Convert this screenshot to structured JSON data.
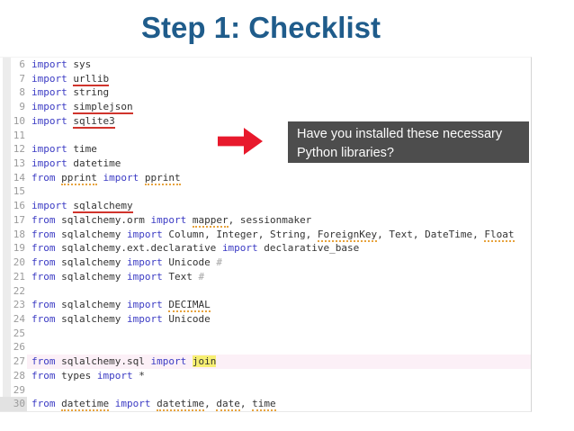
{
  "slide": {
    "title": "Step 1: Checklist"
  },
  "callout": {
    "text": "Have you installed these necessary Python libraries?",
    "bg_color": "#4d4d4d",
    "text_color": "#fbfbfb"
  },
  "arrow": {
    "icon": "red-right-arrow",
    "color": "#e8192c"
  },
  "colors": {
    "title": "#1f5c8b",
    "keyword": "#3b3bc4",
    "code_text": "#333333",
    "line_number": "#9b9b9b",
    "red_underline": "#d0342c",
    "orange_squiggle": "#e7a33d",
    "comment": "#a6a6a6",
    "line_highlight": "#fcf0f7",
    "token_highlight": "#f7ef72"
  },
  "editor": {
    "lines": [
      {
        "n": "6",
        "tokens": [
          {
            "t": "kw",
            "s": "import"
          },
          {
            "t": "txt",
            "s": " sys"
          }
        ]
      },
      {
        "n": "7",
        "tokens": [
          {
            "t": "kw",
            "s": "import"
          },
          {
            "t": "txt",
            "s": " "
          },
          {
            "t": "red",
            "s": "urllib"
          }
        ]
      },
      {
        "n": "8",
        "tokens": [
          {
            "t": "kw",
            "s": "import"
          },
          {
            "t": "txt",
            "s": " string"
          }
        ]
      },
      {
        "n": "9",
        "tokens": [
          {
            "t": "kw",
            "s": "import"
          },
          {
            "t": "txt",
            "s": " "
          },
          {
            "t": "red",
            "s": "simplejson"
          }
        ]
      },
      {
        "n": "10",
        "tokens": [
          {
            "t": "kw",
            "s": "import"
          },
          {
            "t": "txt",
            "s": " "
          },
          {
            "t": "red",
            "s": "sqlite3"
          }
        ]
      },
      {
        "n": "11",
        "tokens": []
      },
      {
        "n": "12",
        "tokens": [
          {
            "t": "kw",
            "s": "import"
          },
          {
            "t": "txt",
            "s": " time"
          }
        ]
      },
      {
        "n": "13",
        "tokens": [
          {
            "t": "kw",
            "s": "import"
          },
          {
            "t": "txt",
            "s": " datetime"
          }
        ]
      },
      {
        "n": "14",
        "tokens": [
          {
            "t": "kw",
            "s": "from"
          },
          {
            "t": "txt",
            "s": " "
          },
          {
            "t": "squig",
            "s": "pprint"
          },
          {
            "t": "txt",
            "s": " "
          },
          {
            "t": "kw",
            "s": "import"
          },
          {
            "t": "txt",
            "s": " "
          },
          {
            "t": "squig",
            "s": "pprint"
          }
        ]
      },
      {
        "n": "15",
        "tokens": []
      },
      {
        "n": "16",
        "tokens": [
          {
            "t": "kw",
            "s": "import"
          },
          {
            "t": "txt",
            "s": " "
          },
          {
            "t": "red",
            "s": "sqlalchemy"
          }
        ]
      },
      {
        "n": "17",
        "tokens": [
          {
            "t": "kw",
            "s": "from"
          },
          {
            "t": "txt",
            "s": " sqlalchemy.orm "
          },
          {
            "t": "kw",
            "s": "import"
          },
          {
            "t": "txt",
            "s": " "
          },
          {
            "t": "squig",
            "s": "mapper"
          },
          {
            "t": "txt",
            "s": ", sessionmaker"
          }
        ]
      },
      {
        "n": "18",
        "tokens": [
          {
            "t": "kw",
            "s": "from"
          },
          {
            "t": "txt",
            "s": " sqlalchemy "
          },
          {
            "t": "kw",
            "s": "import"
          },
          {
            "t": "txt",
            "s": " Column, Integer, String, "
          },
          {
            "t": "squig",
            "s": "ForeignKey"
          },
          {
            "t": "txt",
            "s": ", Text, DateTime, "
          },
          {
            "t": "squig",
            "s": "Float"
          }
        ]
      },
      {
        "n": "19",
        "tokens": [
          {
            "t": "kw",
            "s": "from"
          },
          {
            "t": "txt",
            "s": " sqlalchemy.ext.declarative "
          },
          {
            "t": "kw",
            "s": "import"
          },
          {
            "t": "txt",
            "s": " declarative_base"
          }
        ]
      },
      {
        "n": "20",
        "tokens": [
          {
            "t": "kw",
            "s": "from"
          },
          {
            "t": "txt",
            "s": " sqlalchemy "
          },
          {
            "t": "kw",
            "s": "import"
          },
          {
            "t": "txt",
            "s": " Unicode "
          },
          {
            "t": "com",
            "s": "#"
          }
        ]
      },
      {
        "n": "21",
        "tokens": [
          {
            "t": "kw",
            "s": "from"
          },
          {
            "t": "txt",
            "s": " sqlalchemy "
          },
          {
            "t": "kw",
            "s": "import"
          },
          {
            "t": "txt",
            "s": " Text "
          },
          {
            "t": "com",
            "s": "#"
          }
        ]
      },
      {
        "n": "22",
        "tokens": []
      },
      {
        "n": "23",
        "tokens": [
          {
            "t": "kw",
            "s": "from"
          },
          {
            "t": "txt",
            "s": " sqlalchemy "
          },
          {
            "t": "kw",
            "s": "import"
          },
          {
            "t": "txt",
            "s": " "
          },
          {
            "t": "squig",
            "s": "DECIMAL"
          }
        ]
      },
      {
        "n": "24",
        "tokens": [
          {
            "t": "kw",
            "s": "from"
          },
          {
            "t": "txt",
            "s": " sqlalchemy "
          },
          {
            "t": "kw",
            "s": "import"
          },
          {
            "t": "txt",
            "s": " Unicode"
          }
        ]
      },
      {
        "n": "25",
        "tokens": []
      },
      {
        "n": "26",
        "tokens": []
      },
      {
        "n": "27",
        "hl": true,
        "tokens": [
          {
            "t": "kw",
            "s": "from"
          },
          {
            "t": "txt",
            "s": " sqlalchemy.sql "
          },
          {
            "t": "kw",
            "s": "import"
          },
          {
            "t": "txt",
            "s": " "
          },
          {
            "t": "hl",
            "s": "join"
          }
        ]
      },
      {
        "n": "28",
        "tokens": [
          {
            "t": "kw",
            "s": "from"
          },
          {
            "t": "txt",
            "s": " types "
          },
          {
            "t": "kw",
            "s": "import"
          },
          {
            "t": "txt",
            "s": " *"
          }
        ]
      },
      {
        "n": "29",
        "tokens": []
      },
      {
        "n": "30",
        "gutter_hl": true,
        "tokens": [
          {
            "t": "kw",
            "s": "from"
          },
          {
            "t": "txt",
            "s": " "
          },
          {
            "t": "squig",
            "s": "datetime"
          },
          {
            "t": "txt",
            "s": " "
          },
          {
            "t": "kw",
            "s": "import"
          },
          {
            "t": "txt",
            "s": " "
          },
          {
            "t": "squig",
            "s": "datetime"
          },
          {
            "t": "txt",
            "s": ", "
          },
          {
            "t": "squig",
            "s": "date"
          },
          {
            "t": "txt",
            "s": ", "
          },
          {
            "t": "squig",
            "s": "time"
          }
        ]
      }
    ]
  }
}
